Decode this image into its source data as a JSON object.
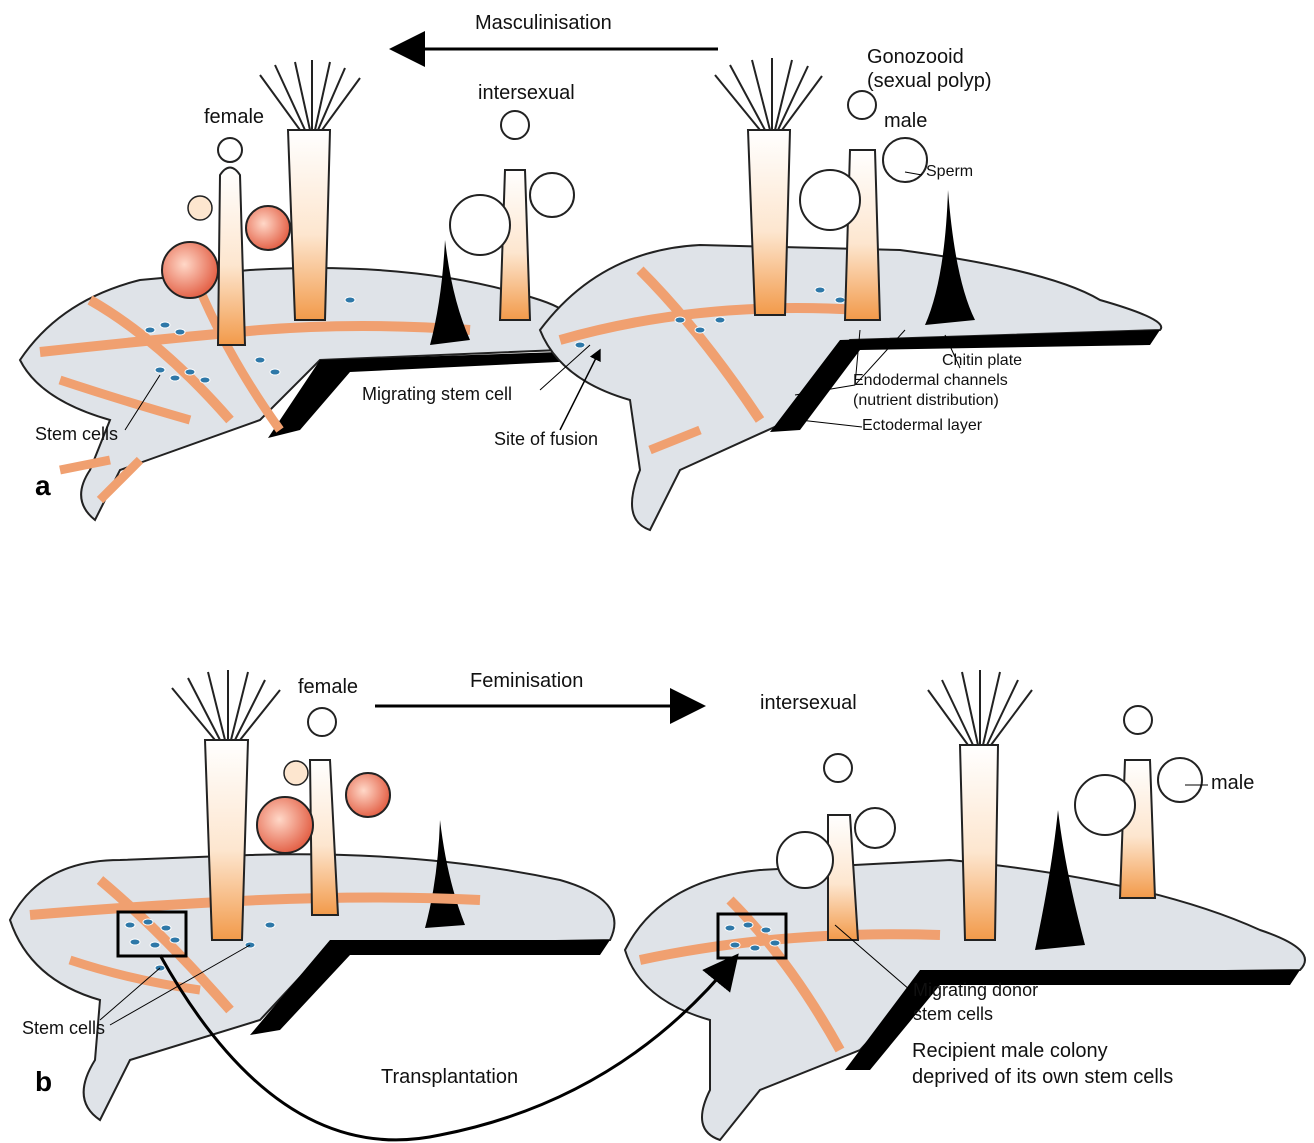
{
  "panel_a": {
    "letter": "a",
    "arrow_label": "Masculinisation",
    "labels": {
      "female": "female",
      "intersexual": "intersexual",
      "gonozooid_line1": "Gonozooid",
      "gonozooid_line2": "(sexual polyp)",
      "male": "male",
      "sperm": "Sperm",
      "chitin_plate": "Chitin plate",
      "endodermal_line1": "Endodermal channels",
      "endodermal_line2": "(nutrient distribution)",
      "ectodermal": "Ectodermal layer",
      "migrating_stem_cell": "Migrating stem cell",
      "site_of_fusion": "Site of fusion",
      "stem_cells": "Stem cells"
    }
  },
  "panel_b": {
    "letter": "b",
    "arrow_label": "Feminisation",
    "labels": {
      "female": "female",
      "intersexual": "intersexual",
      "male": "male",
      "stem_cells": "Stem cells",
      "migrating_donor_line1": "Migrating donor",
      "migrating_donor_line2": "stem cells",
      "recipient_line1": "Recipient male colony",
      "recipient_line2": "deprived of its own stem cells",
      "transplantation": "Transplantation"
    }
  },
  "colors": {
    "tissue_fill": "#dfe3e8",
    "channel_orange": "#f0a070",
    "chitin": "#000000",
    "stem_cell": "#2e78a8",
    "egg_red": "#e8735c",
    "polyp_orange": "#f5a65b"
  }
}
